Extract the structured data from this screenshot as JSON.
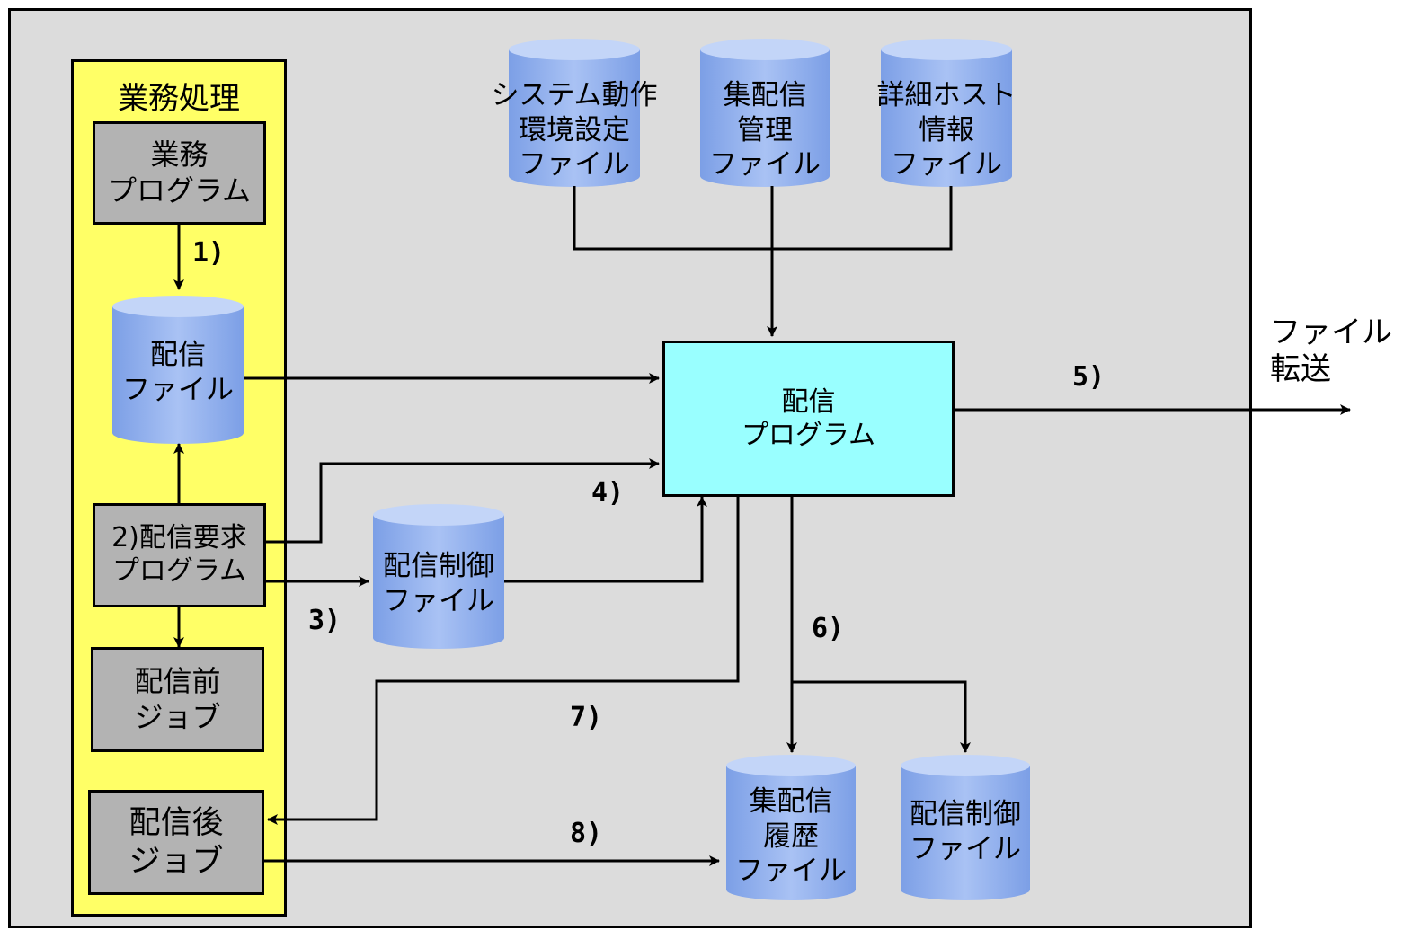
{
  "panel": {
    "title": "業務処理"
  },
  "boxes": {
    "business_program": "業務\nプログラム",
    "request_program": "2)配信要求\nプログラム",
    "pre_job": "配信前\nジョブ",
    "post_job": "配信後\nジョブ",
    "delivery_program": "配信\nプログラム"
  },
  "cylinders": {
    "delivery_file": "配信\nファイル",
    "system_env_file": "システム動作\n環境設定\nファイル",
    "collect_mgmt_file": "集配信\n管理\nファイル",
    "host_info_file": "詳細ホスト\n情報\nファイル",
    "control_file_1": "配信制御\nファイル",
    "history_file": "集配信\n履歴\nファイル",
    "control_file_2": "配信制御\nファイル"
  },
  "steps": {
    "s1": "1)",
    "s3": "3)",
    "s4": "4)",
    "s5": "5)",
    "s6": "6)",
    "s7": "7)",
    "s8": "8)"
  },
  "output": {
    "label": "ファイル\n転送"
  },
  "colors": {
    "frame_bg": "#dcdcdc",
    "panel_bg": "#ffff66",
    "gray_box": "#b3b3b3",
    "program_box": "#99ffff",
    "cylinder": "#8fb0ee"
  }
}
